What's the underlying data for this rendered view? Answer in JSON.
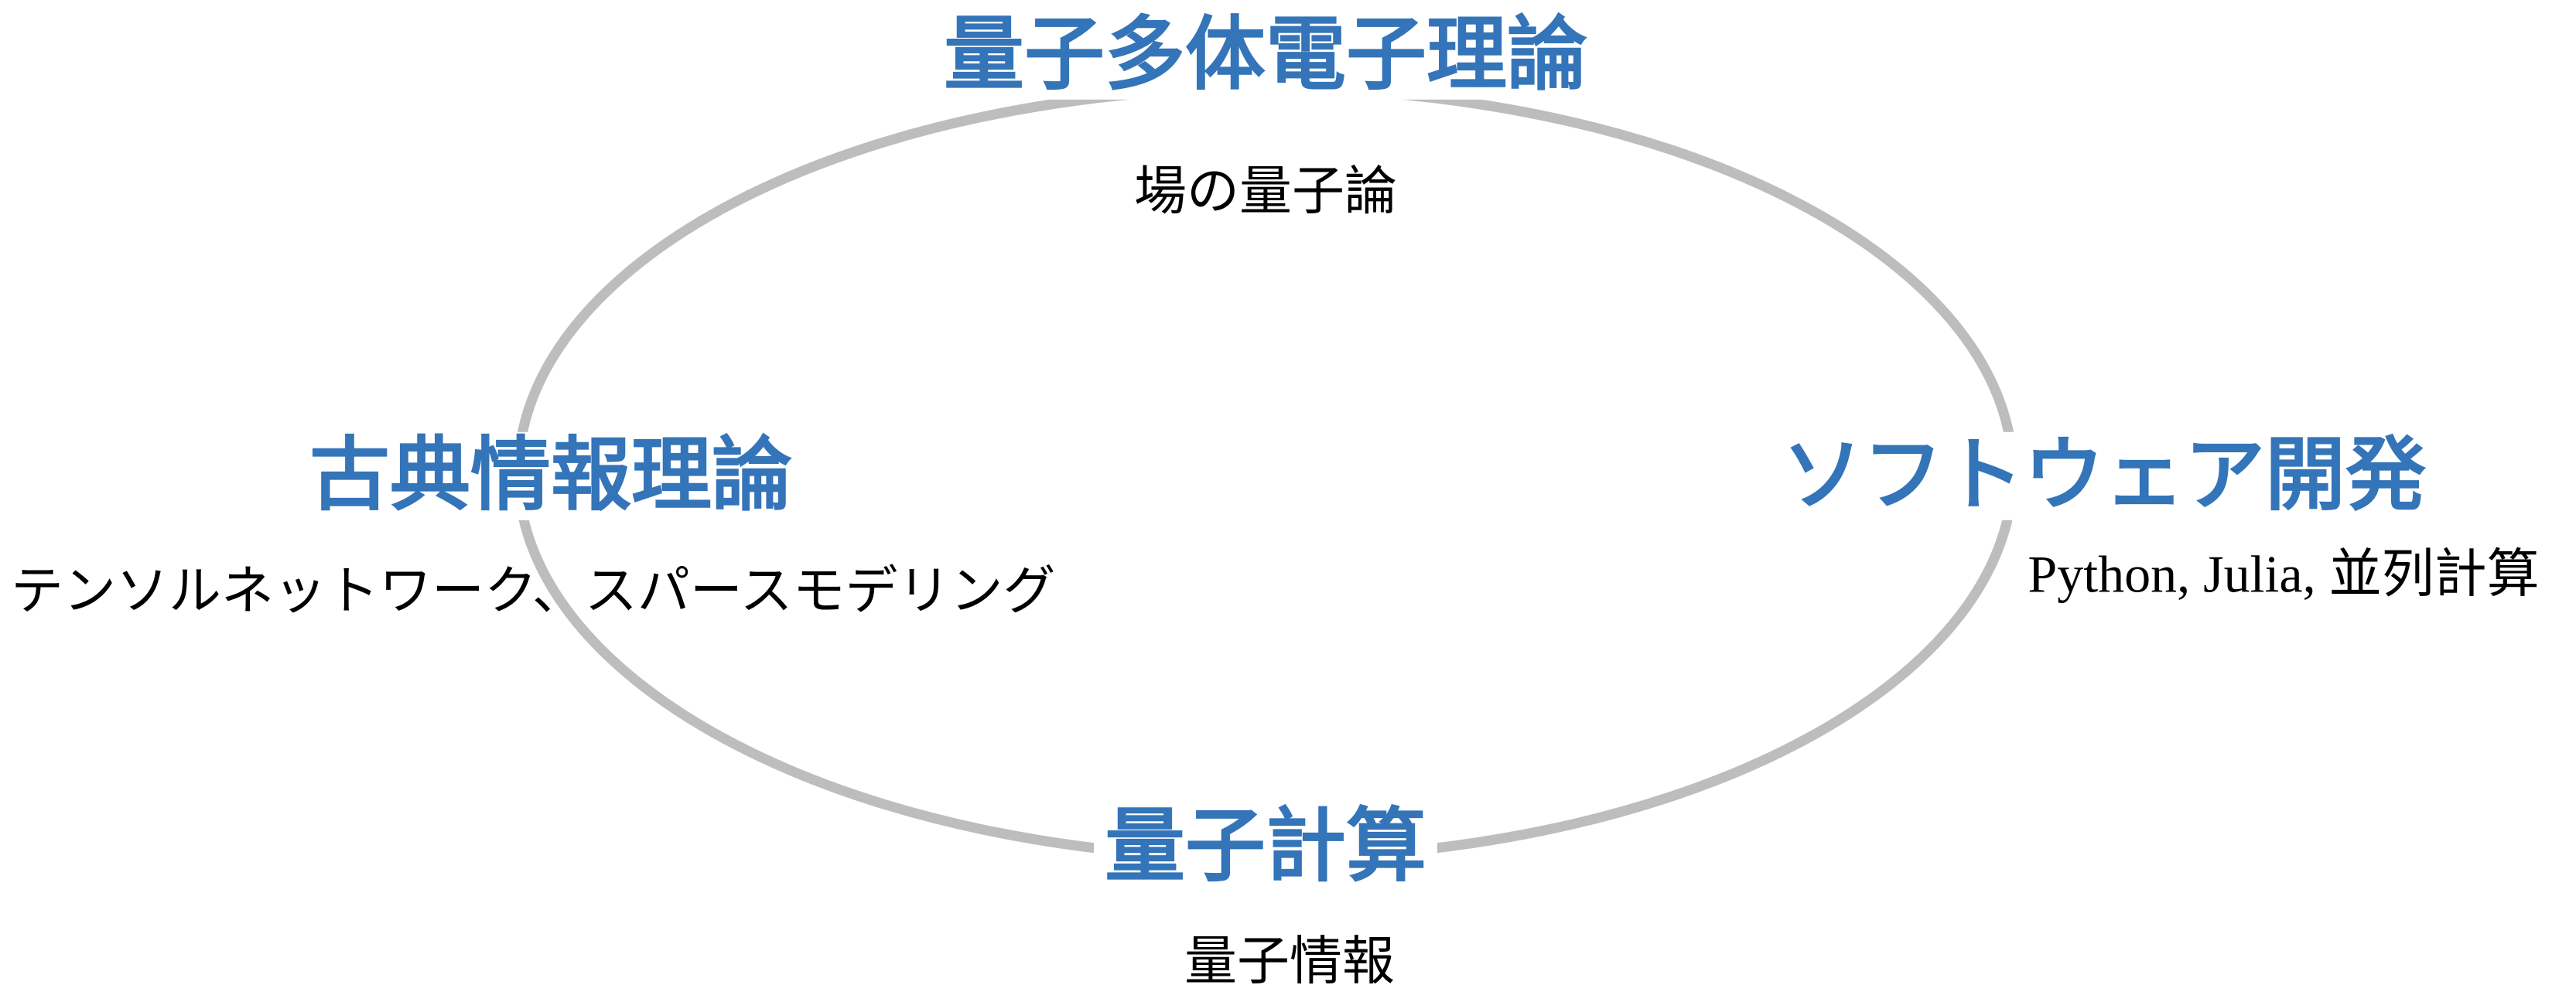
{
  "colors": {
    "title": "#3474b8",
    "ring": "#bdbdbd",
    "subtitle": "#000000"
  },
  "nodes": {
    "top": {
      "title": "量子多体電子理論",
      "subtitle": "場の量子論"
    },
    "left": {
      "title": "古典情報理論",
      "subtitle": "テンソルネットワーク、スパースモデリング"
    },
    "right": {
      "title": "ソフトウェア開発",
      "subtitle": "Python, Julia, 並列計算"
    },
    "bottom": {
      "title": "量子計算",
      "subtitle": "量子情報"
    }
  }
}
